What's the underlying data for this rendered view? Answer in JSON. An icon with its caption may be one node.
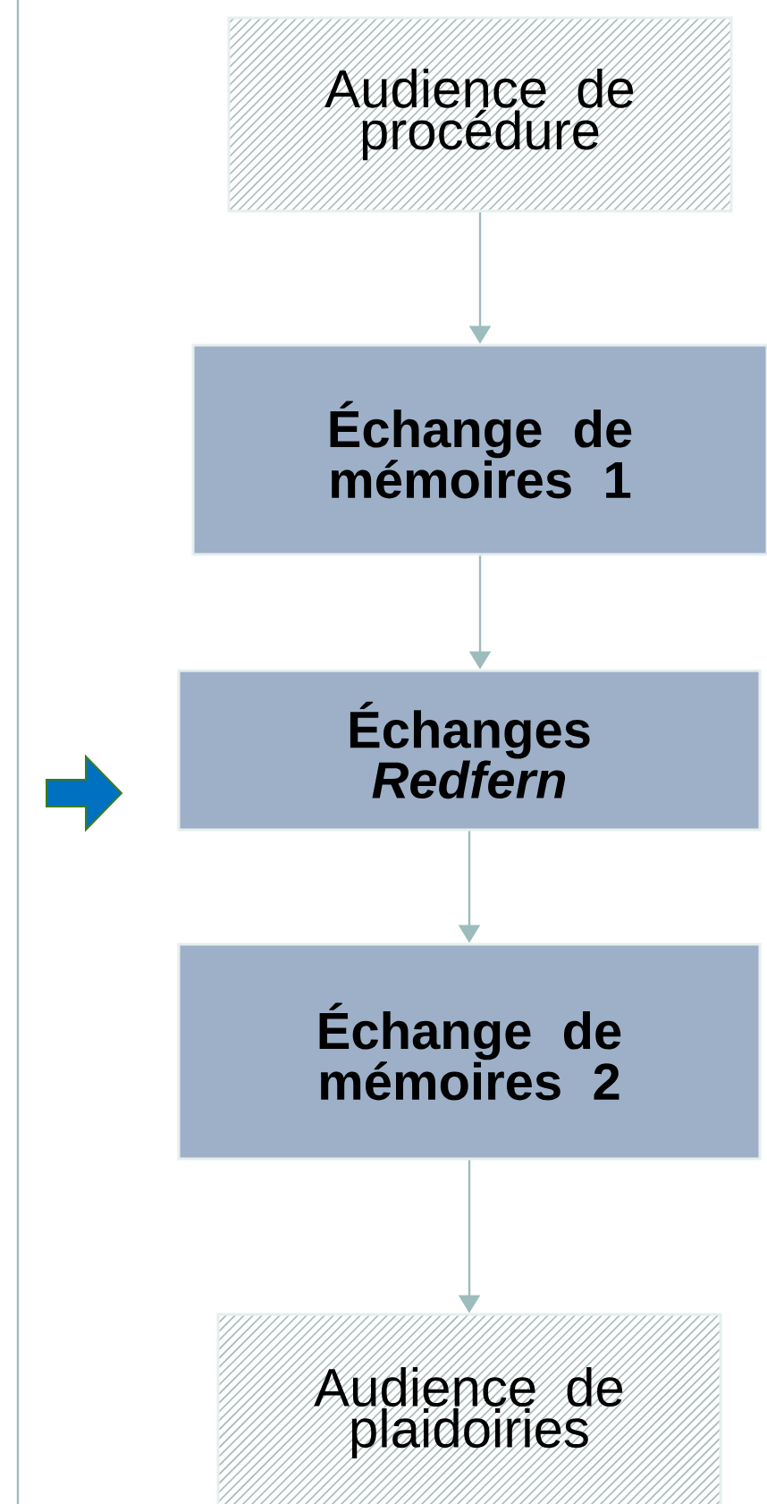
{
  "diagram": {
    "nodes": [
      {
        "text": [
          "Audience de procédure"
        ]
      },
      {
        "text": [
          "Échange de mémoires 1"
        ]
      },
      {
        "text": [
          "Échanges *Redfern*"
        ]
      },
      {
        "text": [
          "Échange de mémoires 2"
        ]
      },
      {
        "text": [
          "Audience de plaidoiries"
        ]
      }
    ],
    "edges": [
      {
        "from": 0,
        "to": 1,
        "arrow": "to"
      },
      {
        "from": 1,
        "to": 2,
        "arrow": "to"
      },
      {
        "from": 2,
        "to": 3,
        "arrow": "to"
      },
      {
        "from": 3,
        "to": 4,
        "arrow": "to"
      }
    ]
  }
}
